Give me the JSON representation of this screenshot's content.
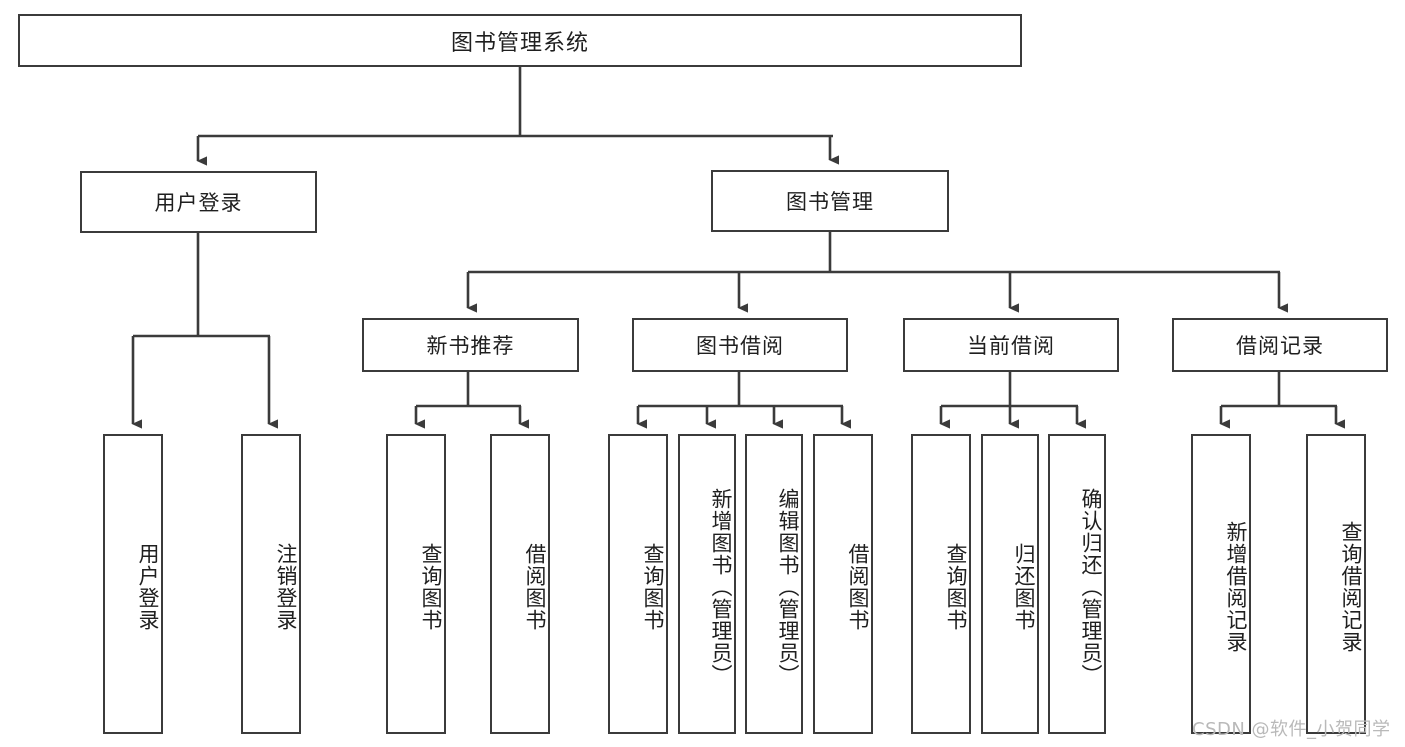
{
  "diagram": {
    "title": "图书管理系统",
    "watermark": "CSDN @软件_小贺同学",
    "colors": {
      "stroke": "#3b3b3b",
      "fill": "#ffffff",
      "text": "#1f1f1f",
      "watermark": "#b9b9b9"
    },
    "root": {
      "label": "图书管理系统"
    },
    "level2": [
      {
        "label": "用户登录"
      },
      {
        "label": "图书管理"
      }
    ],
    "level3": [
      {
        "label": "新书推荐"
      },
      {
        "label": "图书借阅"
      },
      {
        "label": "当前借阅"
      },
      {
        "label": "借阅记录"
      }
    ],
    "leaves": {
      "user_login": [
        {
          "label": "用户登录"
        },
        {
          "label": "注销登录"
        }
      ],
      "new_book_recommend": [
        {
          "label": "查询图书"
        },
        {
          "label": "借阅图书"
        }
      ],
      "book_borrow": [
        {
          "label": "查询图书"
        },
        {
          "label": "新增图书（管理员）"
        },
        {
          "label": "编辑图书（管理员）"
        },
        {
          "label": "借阅图书"
        }
      ],
      "current_borrow": [
        {
          "label": "查询图书"
        },
        {
          "label": "归还图书"
        },
        {
          "label": "确认归还（管理员）"
        }
      ],
      "borrow_record": [
        {
          "label": "新增借阅记录"
        },
        {
          "label": "查询借阅记录"
        }
      ]
    }
  }
}
